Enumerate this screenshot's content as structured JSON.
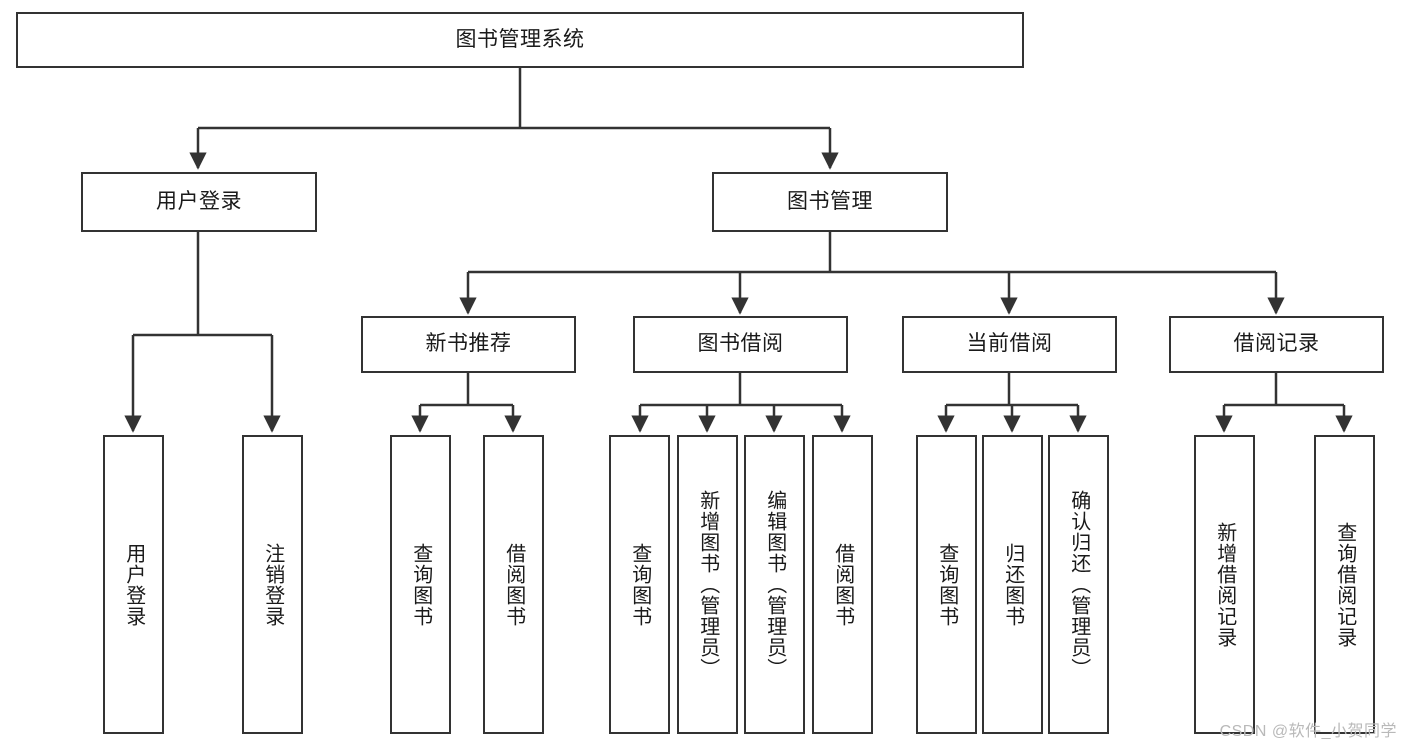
{
  "diagram": {
    "title": "图书管理系统",
    "watermark": "CSDN @软件_小贺同学",
    "root": {
      "label": "图书管理系统"
    },
    "level1": [
      {
        "label": "用户登录"
      },
      {
        "label": "图书管理"
      }
    ],
    "level2": [
      {
        "label": "新书推荐"
      },
      {
        "label": "图书借阅"
      },
      {
        "label": "当前借阅"
      },
      {
        "label": "借阅记录"
      }
    ],
    "leaves": {
      "user_login": [
        {
          "label": "用户登录"
        },
        {
          "label": "注销登录"
        }
      ],
      "new_book_recommend": [
        {
          "label": "查询图书"
        },
        {
          "label": "借阅图书"
        }
      ],
      "book_borrow": [
        {
          "label": "查询图书"
        },
        {
          "label": "新增图书（管理员）"
        },
        {
          "label": "编辑图书（管理员）"
        },
        {
          "label": "借阅图书"
        }
      ],
      "current_borrow": [
        {
          "label": "查询图书"
        },
        {
          "label": "归还图书"
        },
        {
          "label": "确认归还（管理员）"
        }
      ],
      "borrow_record": [
        {
          "label": "新增借阅记录"
        },
        {
          "label": "查询借阅记录"
        }
      ]
    },
    "colors": {
      "stroke": "#333333",
      "fill": "#ffffff",
      "text": "#1a1a1a",
      "watermark": "#b9b9b9"
    }
  }
}
